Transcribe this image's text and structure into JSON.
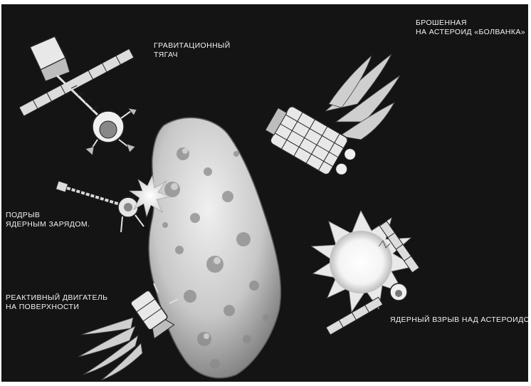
{
  "labels": {
    "gravity_tractor": {
      "line1": "ГРАВИТАЦИОННЫЙ",
      "line2": "ТЯГАЧ"
    },
    "abandoned_craft": {
      "line1": "БРОШЕННАЯ",
      "line2": "НА АСТЕРОИД «БОЛВАНКА»"
    },
    "nuclear_charge": {
      "line1": "ПОДРЫВ",
      "line2": "ЯДЕРНЫМ ЗАРЯДОМ."
    },
    "surface_engine": {
      "line1": "РЕАКТИВНЫЙ ДВИГАТЕЛЬ",
      "line2": "НА ПОВЕРХНОСТИ"
    },
    "nuclear_blast": {
      "line1": "ЯДЕРНЫЙ ВЗРЫВ НАД АСТЕРОИДО"
    }
  },
  "colors": {
    "background": "#141414",
    "frame_border": "#ffffff",
    "text": "#f2f2f2",
    "asteroid_light": "#e6e6e6",
    "asteroid_dark": "#7a7a7a",
    "blast": "#ffffff"
  },
  "icons": [
    "asteroid-icon",
    "gravity-tractor-icon",
    "abandoned-spacecraft-icon",
    "nuclear-charge-probe-icon",
    "surface-engine-icon",
    "nuclear-blast-icon",
    "flame-icon"
  ]
}
